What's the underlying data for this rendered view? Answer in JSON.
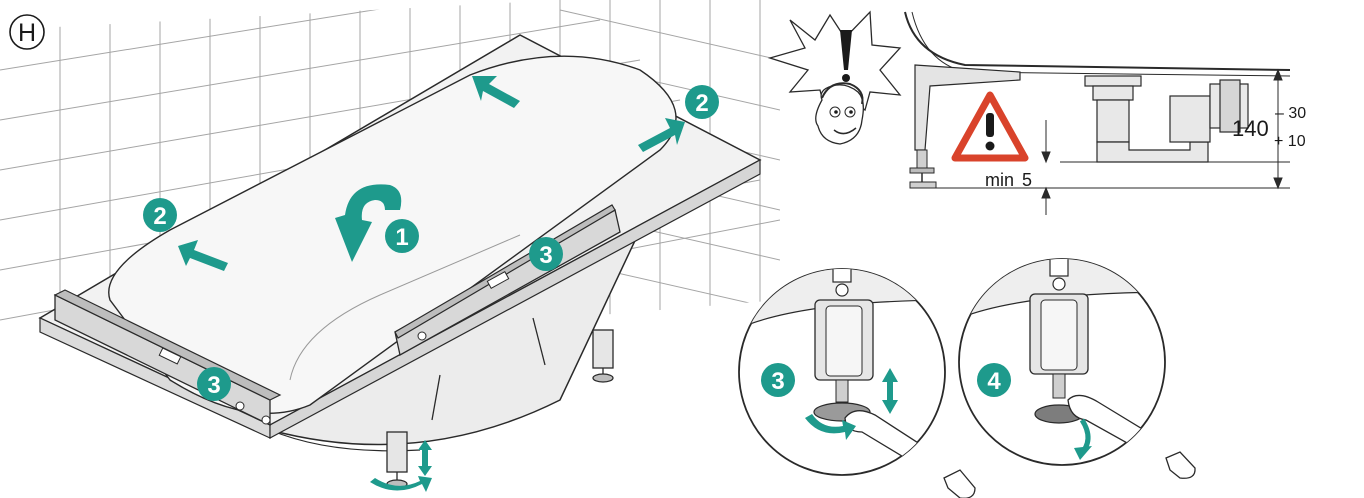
{
  "section_letter": "H",
  "colors": {
    "accent": "#1e9a8c",
    "warning": "#d9432b",
    "line": "#2a2a2a",
    "grid": "#9a9a9a",
    "tub_fill": "#ededed",
    "shadow": "#cfcfcf"
  },
  "steps": {
    "one": "1",
    "two": "2",
    "three": "3",
    "four": "4"
  },
  "measurement": {
    "min_label": "min",
    "min_value": "5",
    "height_value": "140",
    "tol_upper": "– 30",
    "tol_lower": "+ 10"
  },
  "icons": [
    "exclamation-icon",
    "warning-triangle-icon",
    "level-icon",
    "wrench-icon",
    "rotate-arrow-icon",
    "vertical-adjust-arrow-icon",
    "push-arrow-icon"
  ]
}
